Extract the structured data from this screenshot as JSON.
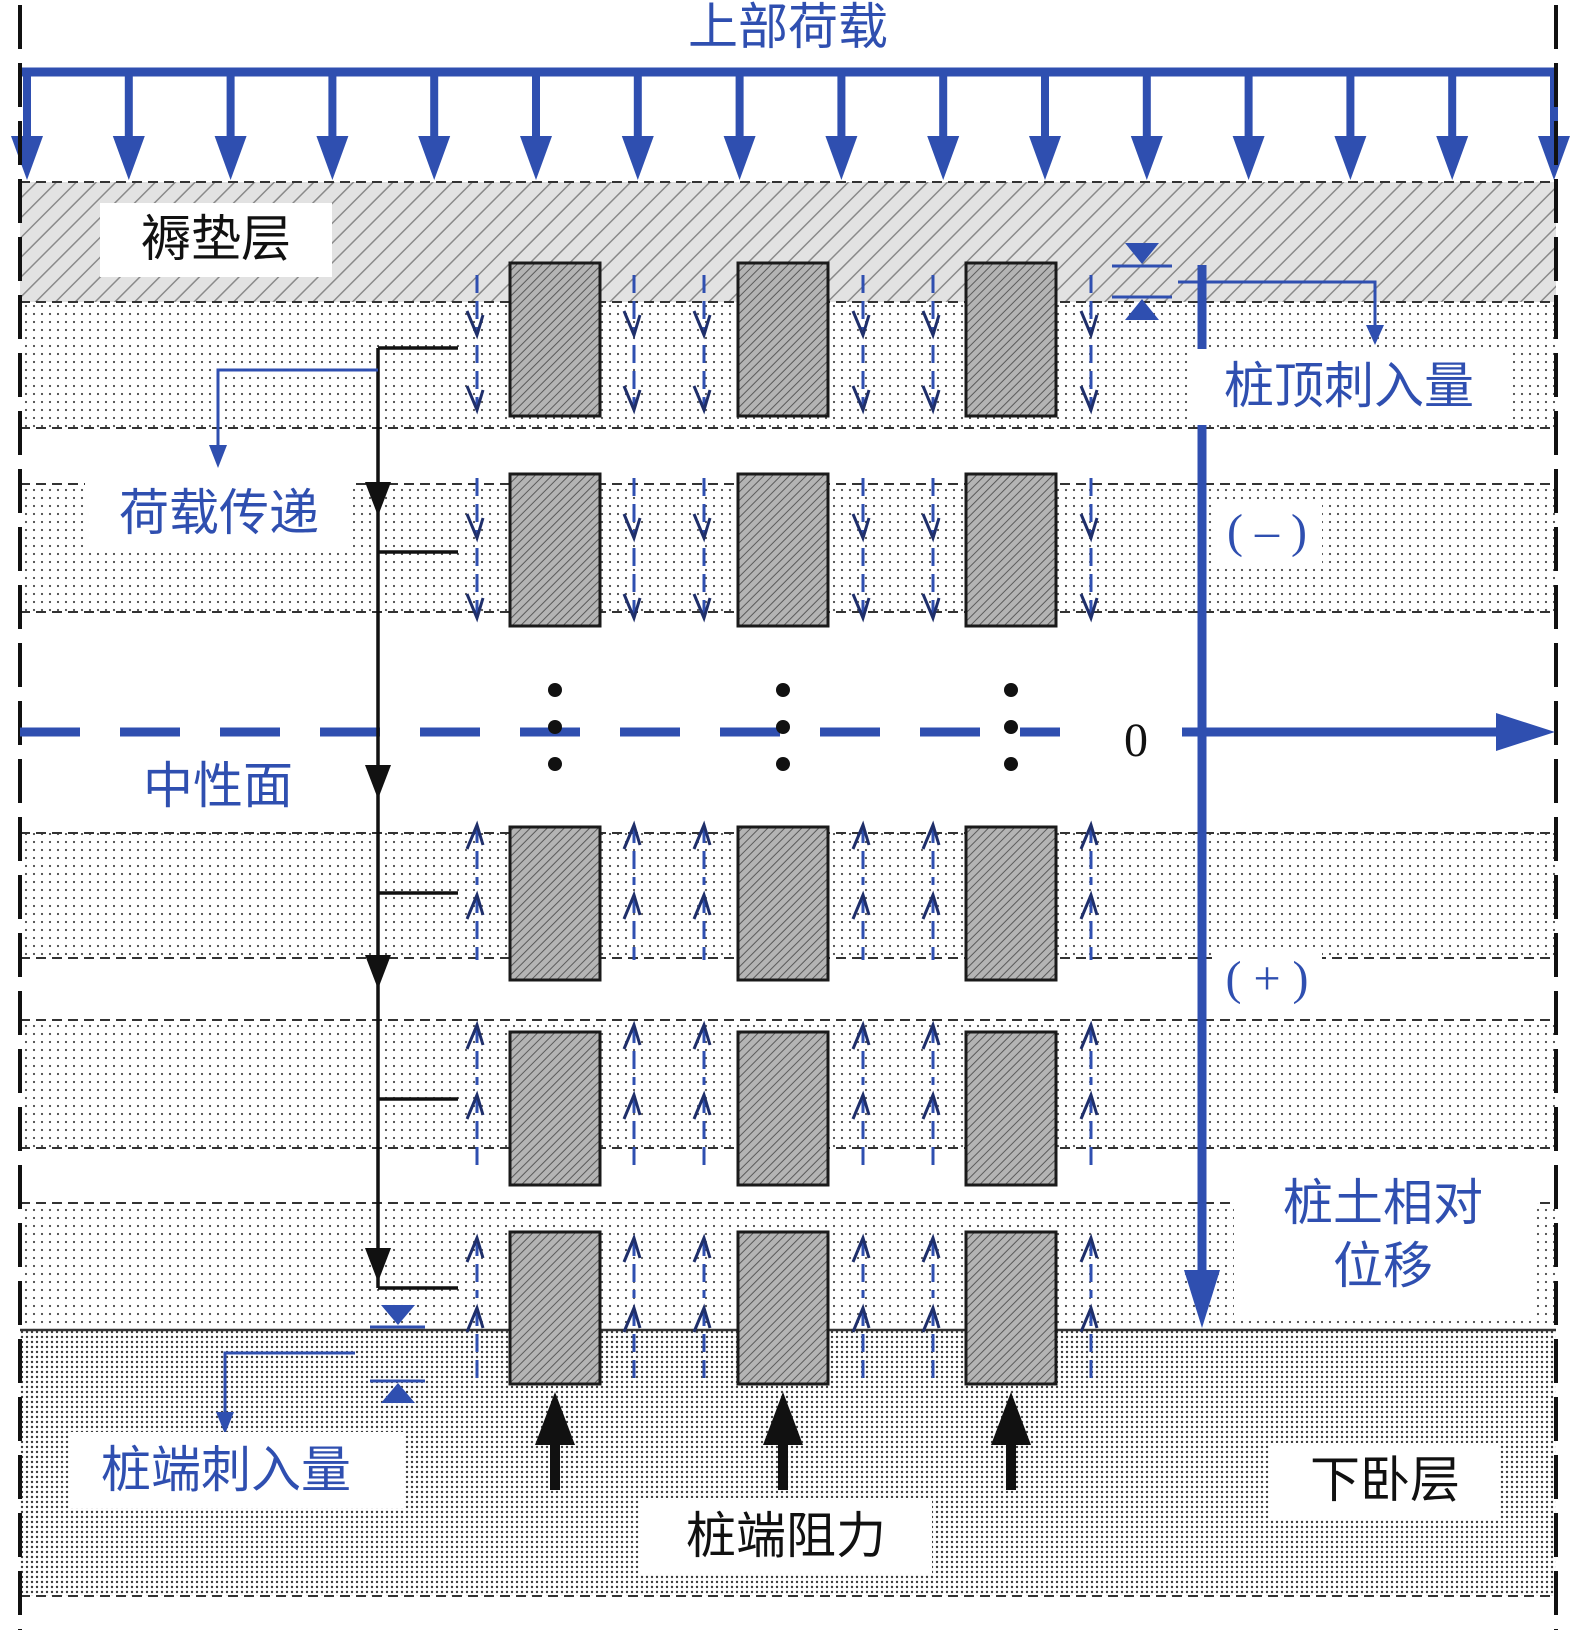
{
  "labels": {
    "top_load": "上部荷载",
    "cushion": "褥垫层",
    "load_transfer": "荷载传递",
    "neutral_plane": "中性面",
    "pile_top_penetration": "桩顶刺入量",
    "negative_zone": "( – )",
    "positive_zone": "( + )",
    "axis_zero": "0",
    "relative_disp_line1": "桩土相对",
    "relative_disp_line2": "位移",
    "underlying_layer": "下卧层",
    "pile_tip_penetration": "桩端刺入量",
    "pile_tip_resistance": "桩端阻力"
  },
  "colors": {
    "annotation_blue": "#2f4fb0",
    "friction_arrow_navy": "#1f2f6b",
    "pile_fill": "#a8a8a8",
    "pile_stroke": "#1a1a1a",
    "text_black": "#111111",
    "dashed_lines": "#333333"
  }
}
